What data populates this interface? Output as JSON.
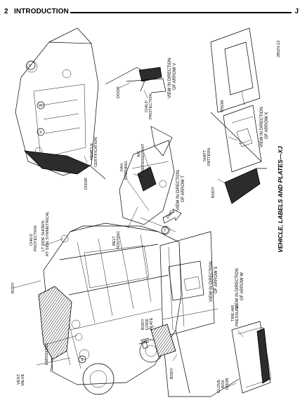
{
  "header": {
    "page_number": "2",
    "section_title": "INTRODUCTION",
    "corner_mark": "J"
  },
  "figure": {
    "code": "J951N-13",
    "title": "VEHICLE, LABELS AND PLATES—XJ",
    "callouts": {
      "body_top": "BODY",
      "child_protection_main_1": "CHILD",
      "child_protection_main_2": "PROTECTION",
      "lt_side_1": "LT SIDE SHOWN",
      "lt_side_2": "RT SIDE SYMMETRICAL",
      "vent_valve_1": "VENT",
      "vent_valve_2": "VALVE",
      "emissions": "EMISSIONS",
      "body_bottom": "BODY",
      "body_code_1": "BODY",
      "body_code_2": "CODE",
      "body_code_3": "PLATE",
      "tire_air_1": "TIRE AIR",
      "tire_air_2": "PRESSURE",
      "glove_1": "GLOVE",
      "glove_2": "BOX",
      "glove_3": "DOOR",
      "belt_1": "BELT",
      "belt_2": "ROUTING",
      "fan_1": "FAN",
      "fan_2": "WARNING",
      "ac_1": "A/C",
      "ac_2": "REFRIGERANT",
      "fwd": "FWD",
      "door_top": "DOOR",
      "vehicle_cert_1": "VEHICLE",
      "vehicle_cert_2": "CERTIFICATION",
      "door_mid": "DOOR",
      "door_v": "DOOR",
      "child_v_1": "CHILD",
      "child_v_2": "PROTECTION",
      "visor": "VISOR",
      "shift_1": "SHIFT",
      "shift_2": "PATTERN",
      "body_right": "BODY",
      "arrow_v": "V",
      "arrow_w": "W",
      "arrow_x": "X",
      "arrow_s": "S",
      "arrow_t": "T"
    },
    "views": {
      "s_1": "VIEW IN DIRECTION",
      "s_2": "OF ARROW S",
      "w_1": "VIEW IN DIRECTION",
      "w_2": "OF ARROW W",
      "t_1": "VIEW IN DIRECTION",
      "t_2": "OF ARROW T",
      "v_1": "VIEW IN DIRECTION",
      "v_2": "OF ARROW V",
      "x_1": "VIEW IN DIRECTION",
      "x_2": "OF ARROW X"
    }
  }
}
